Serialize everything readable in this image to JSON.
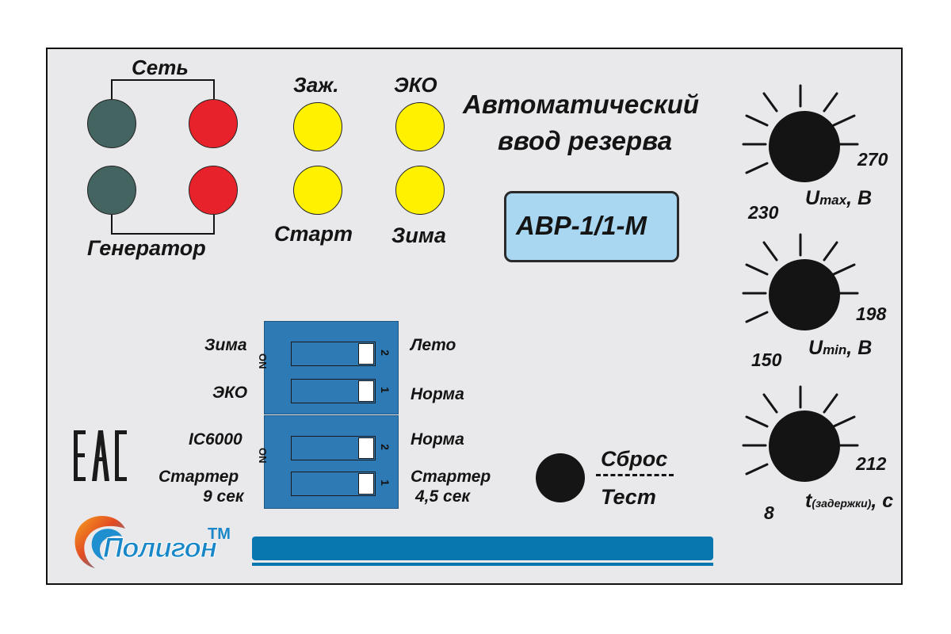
{
  "leds": {
    "group_top_label": "Сеть",
    "group_bottom_label": "Генератор",
    "zaj_label": "Заж.",
    "eko_label": "ЭКО",
    "start_label": "Старт",
    "zima_label": "Зима"
  },
  "title": {
    "line1": "Автоматический",
    "line2": "ввод резерва",
    "model": "АВР-1/1-М"
  },
  "dip_switches": {
    "block1": {
      "on_label": "ON",
      "row1": {
        "left": "Зима",
        "right": "Лето",
        "number": "2"
      },
      "row2": {
        "left": "ЭКО",
        "right": "Норма",
        "number": "1"
      }
    },
    "block2": {
      "on_label": "ON",
      "row1": {
        "left": "IC6000",
        "right": "Норма",
        "number": "2"
      },
      "row2": {
        "left_line1": "Стартер",
        "left_line2": "9 сек",
        "right_line1": "Стартер",
        "right_line2": "4,5 сек",
        "number": "1"
      }
    }
  },
  "reset_button": {
    "label_top": "Сброс",
    "label_bottom": "Тест"
  },
  "knobs": {
    "umax": {
      "min": "230",
      "max": "270",
      "label_main": "U",
      "label_sub": "max",
      "label_unit": ", В"
    },
    "umin": {
      "min": "150",
      "max": "198",
      "label_main": "U",
      "label_sub": "min",
      "label_unit": ", В"
    },
    "delay": {
      "min": "8",
      "max": "212",
      "label_main": "t",
      "label_sub": "(задержки)",
      "label_unit": ", с"
    }
  },
  "certification": "ЕАС",
  "brand": {
    "name": "Полигон",
    "tm": "TM"
  },
  "colors": {
    "panel": "#e9e9ec",
    "led_green": "#436460",
    "led_red": "#e8222a",
    "led_yellow": "#fff100",
    "model_box": "#a9d7f1",
    "dip_blue": "#2d7ab5",
    "brand_blue": "#0877b0"
  }
}
